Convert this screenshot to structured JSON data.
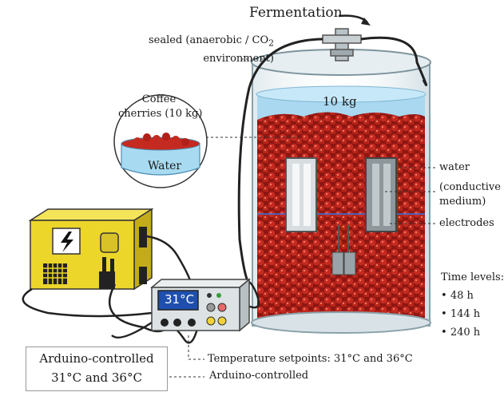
{
  "title": "Fermentation",
  "sealed_label": {
    "line1": "sealed (anaerobic / CO",
    "subscript": "2",
    "line2": "environment)"
  },
  "coffee_label": {
    "line1": "Coffee",
    "line2": "cherries (10 kg)"
  },
  "bowl_water_label": "Water",
  "tank_mass_label": "10 kg",
  "tank_water_label": "water",
  "conductive_label": {
    "line1": "(conductive",
    "line2": "medium)"
  },
  "electrodes_label": "electrodes",
  "time_levels": {
    "heading": "Time levels:",
    "items": [
      "48 h",
      "144 h",
      "240 h"
    ]
  },
  "controller_display": "31°C",
  "setpoints_label": "Temperature setpoints: 31°C and 36°C",
  "arduino_label": "Arduino-controlled",
  "box_label": {
    "line1": "Arduino-controlled",
    "line2": "31°C and 36°C"
  },
  "colors": {
    "cherry": "#b3231c",
    "water": "#9fd3ee",
    "device_yellow": "#ecd62a",
    "display_blue": "#2a63c8",
    "glass": "#c9d7de"
  },
  "icons": [
    "lightning-icon",
    "arrow-icon",
    "power-plug-icon"
  ]
}
